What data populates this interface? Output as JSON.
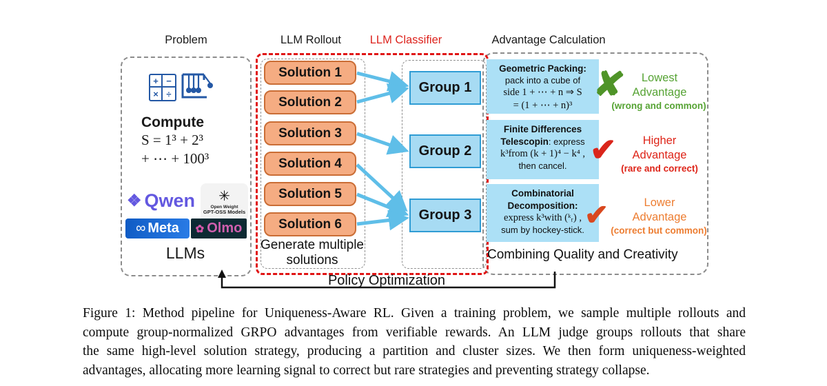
{
  "figure": {
    "headers": {
      "problem": "Problem",
      "rollout": "LLM Rollout",
      "classifier": "LLM Classifier",
      "advantage": "Advantage Calculation"
    },
    "problem": {
      "compute_lines": [
        "Compute",
        "S = 1³ + 2³",
        "+ ⋯ + 100³"
      ],
      "calc_glyphs": [
        "+",
        "−",
        "×",
        "÷"
      ],
      "logos": {
        "qwen_glyph": "❖",
        "qwen": "Qwen",
        "openai_glyph": "✳",
        "openai_line1": "Open Weight",
        "openai_line2": "GPT-OSS Models",
        "meta_glyph": "∞",
        "meta": "Meta",
        "olmo_glyph": "✿",
        "olmo": "Olmo"
      },
      "label": "LLMs"
    },
    "solutions": [
      "Solution 1",
      "Solution 2",
      "Solution 3",
      "Solution 4",
      "Solution 5",
      "Solution 6"
    ],
    "generate_note": [
      "Generate multiple",
      "solutions"
    ],
    "groups": [
      "Group 1",
      "Group 2",
      "Group 3"
    ],
    "strategies": [
      {
        "t1": "Geometric Packing:",
        "t2": "pack into a cube of",
        "t3": "side 1 + ⋯ + n ⇒ S",
        "t4": "= (1 + ⋯ + n)³"
      },
      {
        "t1": "Finite Differences",
        "t2b": "Telescopin",
        "t2r": ": express",
        "t3": "k³from (k + 1)⁴ − k⁴ ,",
        "t4": "then cancel."
      },
      {
        "t1": "Combinatorial",
        "t2": "Decomposition:",
        "t3": "express k³with (ᵏᵣ) ,",
        "t4": "sum by hockey-stick."
      }
    ],
    "advantages": [
      {
        "mark": "✘",
        "line1": "Lowest",
        "line2": "Advantage",
        "note": "(wrong and common)"
      },
      {
        "mark": "✔",
        "line1": "Higher",
        "line2": "Advantage",
        "note": "(rare and correct)"
      },
      {
        "mark": "✔",
        "line1": "Lower",
        "line2": "Advantage",
        "note": "(correct but common)"
      }
    ],
    "combining_label": "Combining Quality and Creativity",
    "policy_label": "Policy Optimization"
  },
  "caption": {
    "lines": [
      "Figure 1: Method pipeline for Uniqueness-Aware RL. Given a training problem, we sample multiple rollouts and",
      "compute group-normalized GRPO advantages from verifiable rewards. An LLM judge groups rollouts that share",
      "the same high-level solution strategy, producing a partition and cluster sizes. We then form uniqueness-weighted",
      "advantages, allocating more learning signal to correct but rare strategies and preventing strategy collapse."
    ]
  },
  "colors": {
    "solution_fill": "#F5AC82",
    "solution_border": "#CA6D35",
    "group_fill": "#A7DBF3",
    "group_border": "#2F9CD4",
    "strategy_fill": "#ACE0F6",
    "arrow_blue": "#5FBEE8",
    "dashed_red": "#E01414",
    "dashed_gray": "#8C8C8C",
    "green": "#56A334",
    "red": "#DE2418",
    "orange": "#ED7D31",
    "icon_blue": "#2458A5",
    "qwen_purple": "#6358E0",
    "meta_blue": "#1565D8",
    "olmo_bg": "#0D2A33",
    "olmo_pink": "#CF5FAE"
  }
}
